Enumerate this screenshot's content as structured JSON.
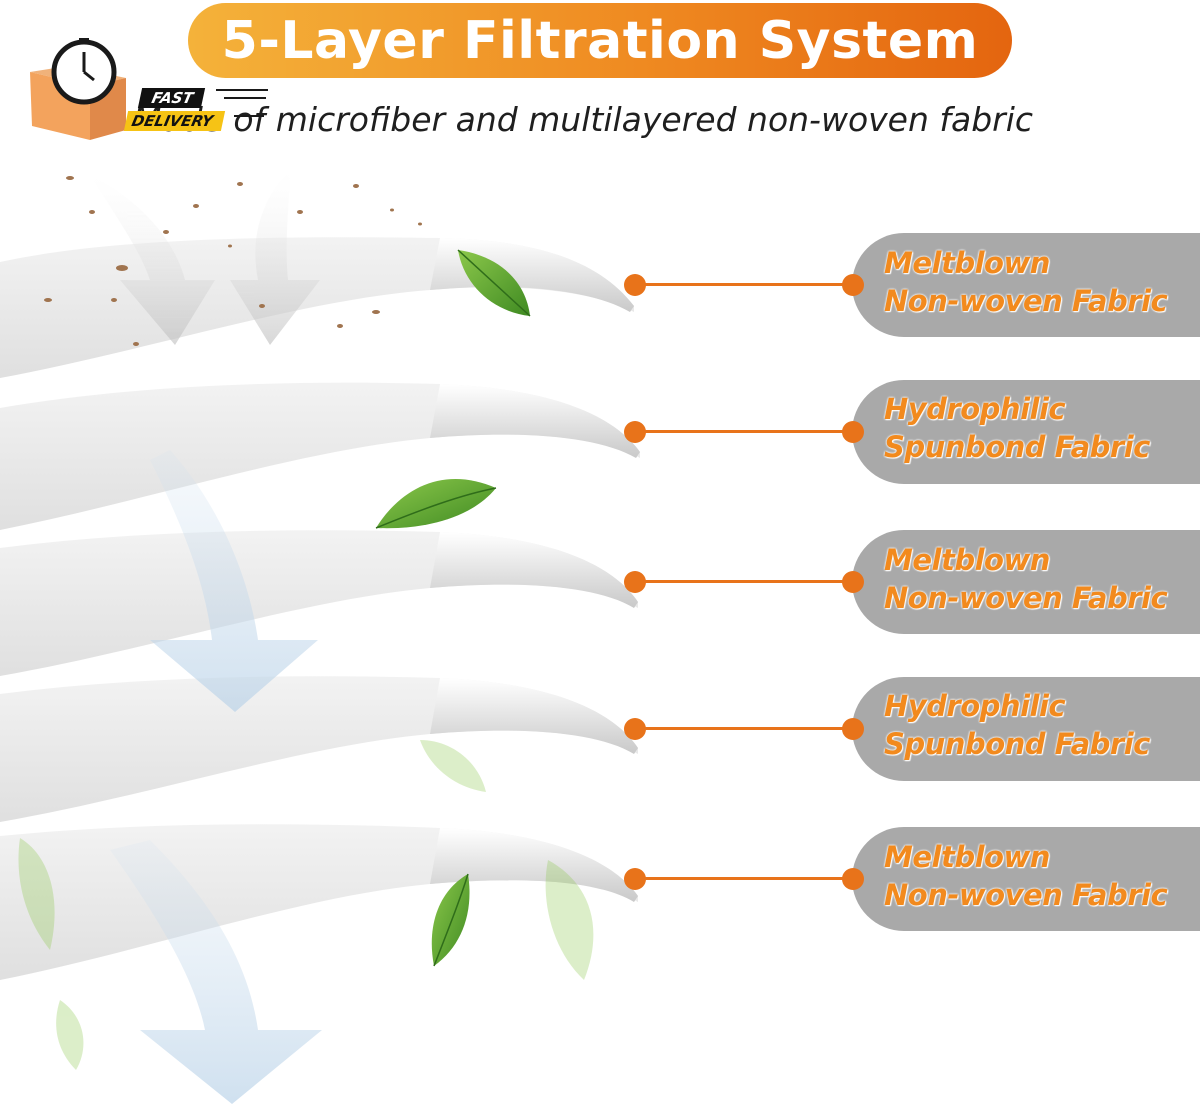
{
  "header": {
    "title": "5-Layer Filtration System",
    "subtitle_hidden_prefix": "Made of",
    "subtitle": "microfiber and multilayered non-woven fabric"
  },
  "badge": {
    "fast": "FAST",
    "delivery": "DELIVERY",
    "icon": "stopwatch-box-icon"
  },
  "layers": [
    {
      "line1": "Meltblown",
      "line2": "Non-woven Fabric"
    },
    {
      "line1": "Hydrophilic",
      "line2": "Spunbond Fabric"
    },
    {
      "line1": "Meltblown",
      "line2": "Non-woven Fabric"
    },
    {
      "line1": "Hydrophilic",
      "line2": "Spunbond Fabric"
    },
    {
      "line1": "Meltblown",
      "line2": "Non-woven Fabric"
    }
  ],
  "colors": {
    "accent": "#e8731a",
    "label_text": "#f28a1e",
    "label_background": "#a9a9a9",
    "title_gradient_start": "#f4b23a",
    "title_gradient_end": "#e4650f",
    "leaf": "#5ea534"
  }
}
